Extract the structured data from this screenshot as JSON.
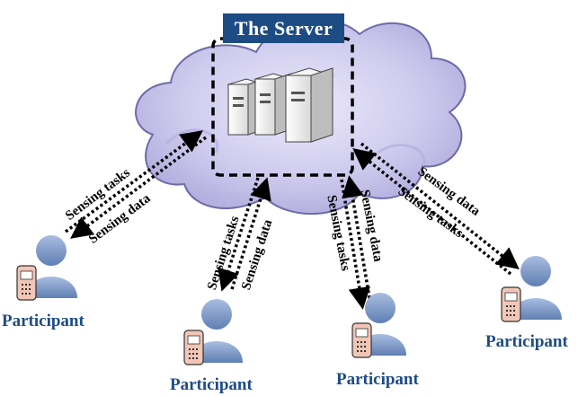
{
  "server": {
    "title": "The Server"
  },
  "participant_label": "Participant",
  "links": [
    {
      "id": "left",
      "task_label": "Sensing tasks",
      "data_label": "Sensing data"
    },
    {
      "id": "center-left",
      "task_label": "Sensing tasks",
      "data_label": "Sensing data"
    },
    {
      "id": "center-right",
      "task_label": "Sensing tasks",
      "data_label": "Sensing data"
    },
    {
      "id": "right",
      "task_label": "Sensing tasks",
      "data_label": "Sensing data"
    }
  ],
  "colors": {
    "title_bg": "#1d4c84",
    "participant_text": "#1d4c84",
    "cloud_fill": "#c7c3ea",
    "person": "#7f9bc7",
    "phone": "#f1c6b6"
  },
  "icons": [
    "cloud-icon",
    "server-rack-icon",
    "person-icon",
    "phone-icon"
  ]
}
